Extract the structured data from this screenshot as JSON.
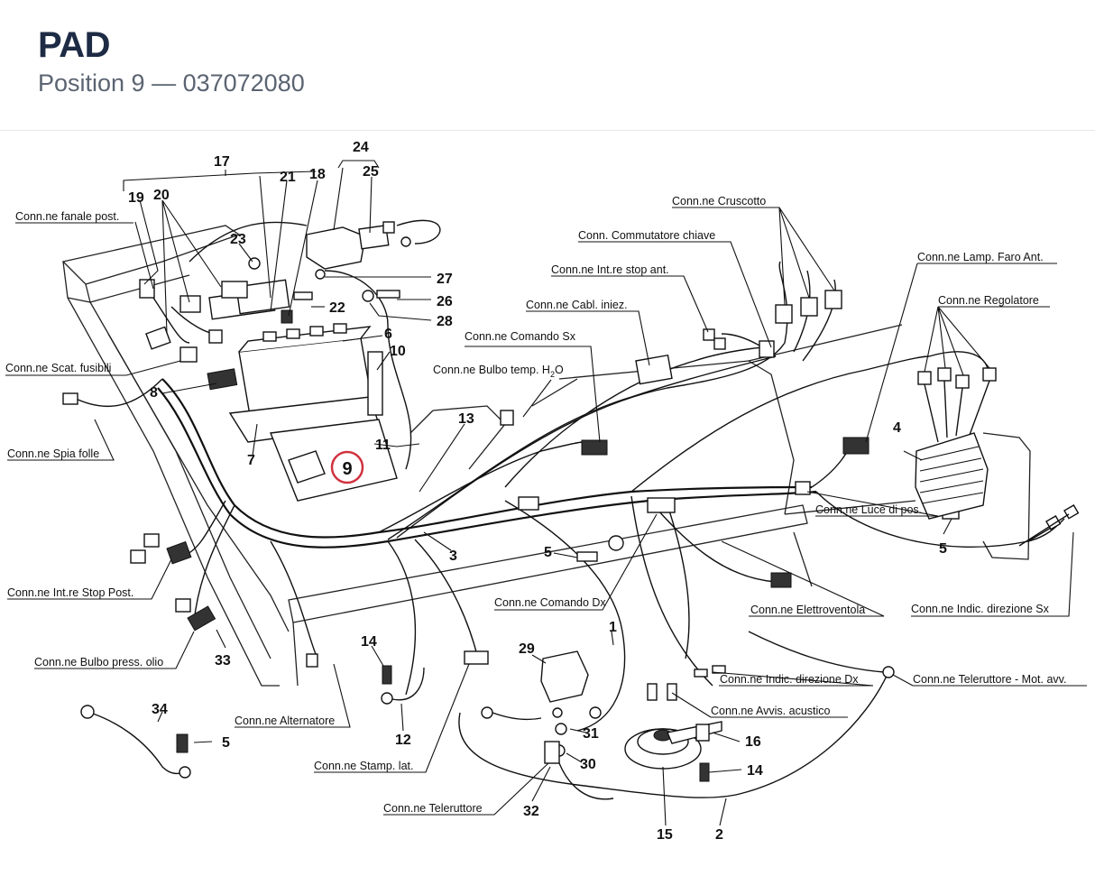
{
  "header": {
    "title": "PAD",
    "subtitle": "Position 9 — 037072080"
  },
  "highlight": {
    "number": "9",
    "color": "#d0323f"
  },
  "numbers": {
    "n1": "1",
    "n2": "2",
    "n3": "3",
    "n4": "4",
    "n5a": "5",
    "n5b": "5",
    "n5c": "5",
    "n6": "6",
    "n7": "7",
    "n8": "8",
    "n10": "10",
    "n11": "11",
    "n12": "12",
    "n13": "13",
    "n14a": "14",
    "n14b": "14",
    "n15": "15",
    "n16": "16",
    "n17": "17",
    "n18": "18",
    "n19": "19",
    "n20": "20",
    "n21": "21",
    "n22": "22",
    "n23": "23",
    "n24": "24",
    "n25": "25",
    "n26": "26",
    "n27": "27",
    "n28": "28",
    "n29": "29",
    "n30": "30",
    "n31": "31",
    "n32": "32",
    "n33": "33",
    "n34": "34"
  },
  "labels": {
    "fanale_post": "Conn.ne fanale post.",
    "scat_fusibili": "Conn.ne Scat. fusibili",
    "spia_folle": "Conn.ne Spia folle",
    "stop_post": "Conn.ne Int.re Stop Post.",
    "bulbo_olio": "Conn.ne Bulbo press. olio",
    "alternatore": "Conn.ne Alternatore",
    "stamp_lat": "Conn.ne Stamp. lat.",
    "teleruttore": "Conn.ne Teleruttore",
    "cruscotto": "Conn.ne Cruscotto",
    "commutatore": "Conn. Commutatore chiave",
    "stop_ant": "Conn.ne Int.re stop ant.",
    "cabl_iniez": "Conn.ne Cabl. iniez.",
    "comando_sx": "Conn.ne Comando Sx",
    "bulbo_temp": "Conn.ne Bulbo temp. H",
    "bulbo_temp_sub": "2",
    "bulbo_temp_end": "O",
    "lamp_faro": "Conn.ne Lamp. Faro Ant.",
    "regolatore": "Conn.ne Regolatore",
    "luce_pos": "Conn.ne Luce di pos.",
    "comando_dx": "Conn.ne Comando Dx",
    "elettroventola": "Conn.ne Elettroventola",
    "indic_sx": "Conn.ne Indic. direzione Sx",
    "indic_dx": "Conn.ne Indic. direzione Dx",
    "teleruttore_mot": "Conn.ne Teleruttore - Mot. avv.",
    "avvis_acustico": "Conn.ne Avvis. acustico"
  }
}
